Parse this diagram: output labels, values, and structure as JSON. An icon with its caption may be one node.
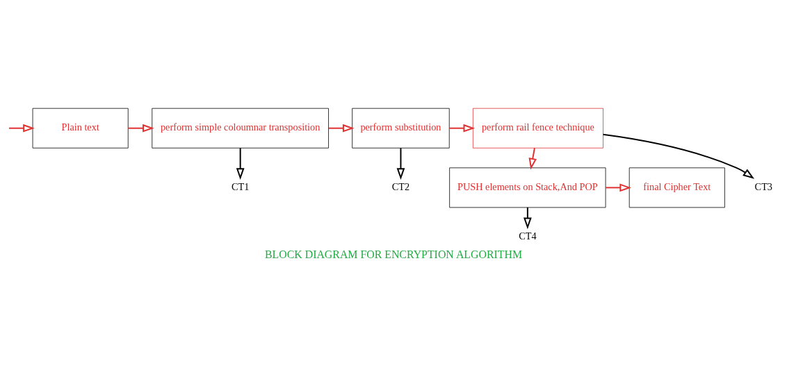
{
  "diagram": {
    "caption": "BLOCK DIAGRAM FOR ENCRYPTION ALGORITHM",
    "nodes": [
      {
        "text": [
          "Plain text"
        ]
      },
      {
        "text": [
          "perform simple coloumnar transposition"
        ]
      },
      {
        "text": [
          "perform substitution"
        ]
      },
      {
        "text": [
          "perform rail fence technique"
        ]
      },
      {
        "text": [
          "PUSH elements on Stack,And POP"
        ]
      },
      {
        "text": [
          "final Cipher Text"
        ]
      },
      {
        "text": [
          "CT1"
        ]
      },
      {
        "text": [
          "CT2"
        ]
      },
      {
        "text": [
          "CT3"
        ]
      },
      {
        "text": [
          "CT4"
        ]
      }
    ],
    "edges": [
      {
        "from": null,
        "to": 0,
        "arrow": "to"
      },
      {
        "from": 0,
        "to": 1,
        "arrow": "to"
      },
      {
        "from": 1,
        "to": 2,
        "arrow": "to"
      },
      {
        "from": 2,
        "to": 3,
        "arrow": "to"
      },
      {
        "from": 3,
        "to": 4,
        "arrow": "to"
      },
      {
        "from": 4,
        "to": 5,
        "arrow": "to"
      },
      {
        "from": 1,
        "to": 6,
        "arrow": "to",
        "color": "#000000"
      },
      {
        "from": 2,
        "to": 7,
        "arrow": "to",
        "color": "#000000"
      },
      {
        "from": 3,
        "to": 8,
        "arrow": "to",
        "color": "#000000"
      },
      {
        "from": 4,
        "to": 9,
        "arrow": "to",
        "color": "#000000"
      }
    ]
  }
}
